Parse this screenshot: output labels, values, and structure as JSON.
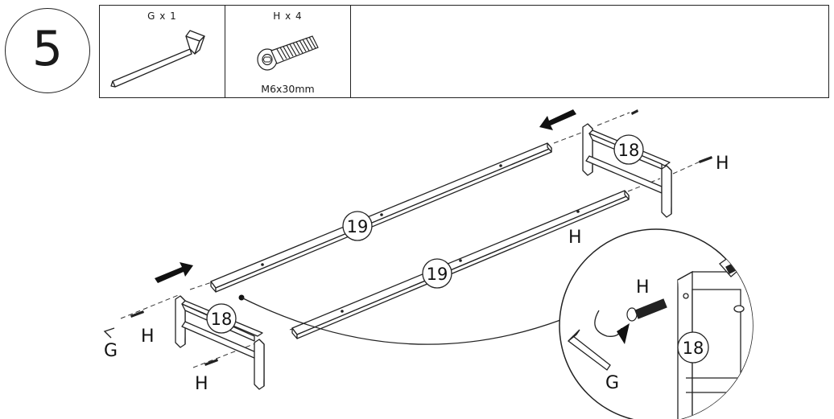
{
  "step": {
    "number": "5"
  },
  "parts": [
    {
      "label": "G x 1",
      "size": ""
    },
    {
      "label": "H x 4",
      "size": "M6x30mm"
    }
  ],
  "callouts": {
    "part_18": "18",
    "part_19": "19",
    "bolt": "H",
    "allen_key": "G"
  },
  "icons": {
    "allen_key": "allen-key-icon",
    "bolt": "hex-socket-bolt-icon"
  }
}
